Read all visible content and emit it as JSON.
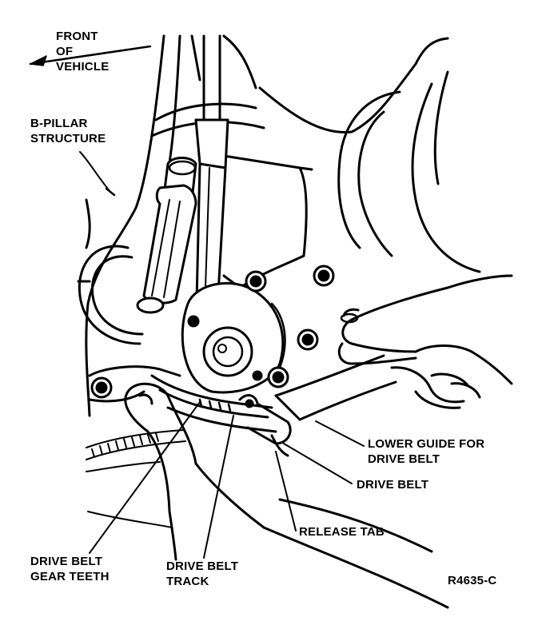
{
  "labels": {
    "front_line1": "FRONT",
    "front_line2": "OF",
    "front_line3": "VEHICLE",
    "bpillar_line1": "B-PILLAR",
    "bpillar_line2": "STRUCTURE",
    "lower_guide_line1": "LOWER GUIDE FOR",
    "lower_guide_line2": "DRIVE BELT",
    "drive_belt": "DRIVE BELT",
    "release_tab": "RELEASE TAB",
    "gear_teeth_line1": "DRIVE BELT",
    "gear_teeth_line2": "GEAR TEETH",
    "track_line1": "DRIVE BELT",
    "track_line2": "TRACK"
  },
  "figure_code": "R4635-C",
  "colors": {
    "ink": "#000000",
    "paper": "#ffffff"
  }
}
